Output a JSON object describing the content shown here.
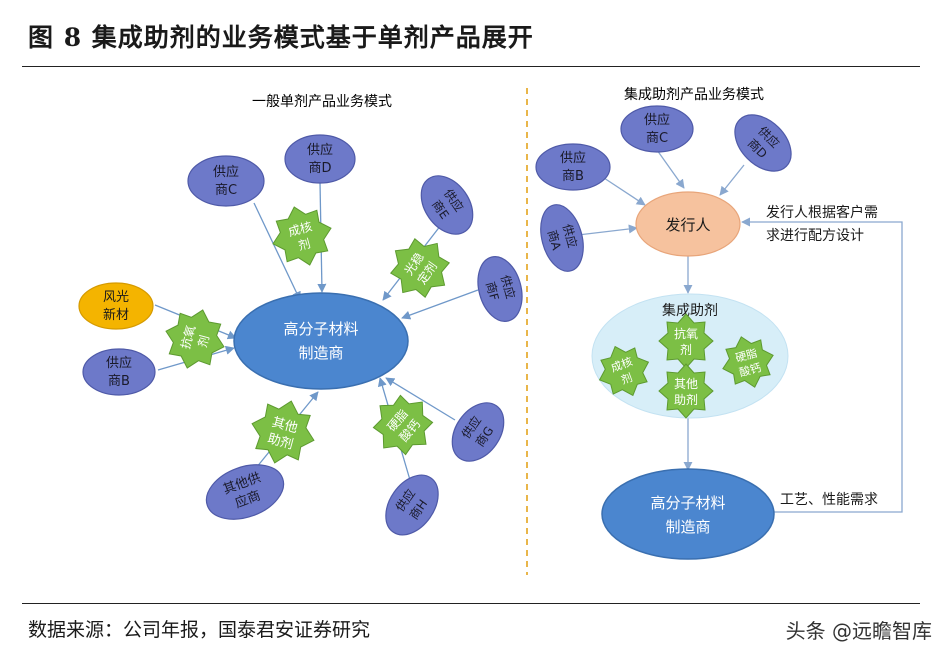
{
  "figure": {
    "title": "图 8 集成助剂的业务模式基于单剂产品展开",
    "source": "数据来源：公司年报，国泰君安证券研究",
    "watermark": "头条 @远瞻智库"
  },
  "colors": {
    "supplier_fill": "#6d79c9",
    "center_fill": "#4b86cf",
    "star_fill": "#7cbf45",
    "yellow_fill": "#f4b400",
    "issuer_fill": "#f6c29e",
    "cluster_fill": "#d7eef8",
    "arrow": "#6f98c9",
    "divider": "#e9b64a"
  },
  "left": {
    "heading": "一般单剂产品业务模式",
    "center": [
      "高分子材料",
      "制造商"
    ],
    "fengguang": [
      "风光",
      "新材"
    ],
    "suppliers": {
      "c": [
        "供应",
        "商C"
      ],
      "d": [
        "供应",
        "商D"
      ],
      "e": [
        "供应",
        "商E"
      ],
      "f": [
        "供应",
        "商F"
      ],
      "b": [
        "供应",
        "商B"
      ],
      "g": [
        "供应",
        "商G"
      ],
      "h": [
        "供应",
        "商H"
      ],
      "other": [
        "其他供",
        "应商"
      ]
    },
    "stars": {
      "nucleating": [
        "成核",
        "剂"
      ],
      "light": [
        "光稳",
        "定剂"
      ],
      "antioxidant": [
        "抗氧",
        "剂"
      ],
      "other": [
        "其他",
        "助剂"
      ],
      "stearate": [
        "硬脂",
        "酸钙"
      ]
    }
  },
  "right": {
    "heading": "集成助剂产品业务模式",
    "issuer": "发行人",
    "cluster_label": "集成助剂",
    "manufacturer": [
      "高分子材料",
      "制造商"
    ],
    "note_formula": [
      "发行人根据客户需",
      "求进行配方设计"
    ],
    "note_process": "工艺、性能需求",
    "suppliers": {
      "a": [
        "供应",
        "商A"
      ],
      "b": [
        "供应",
        "商B"
      ],
      "c": [
        "供应",
        "商C"
      ],
      "d": [
        "供应",
        "商D"
      ]
    },
    "stars": {
      "antioxidant": [
        "抗氧",
        "剂"
      ],
      "nucleating": [
        "成核",
        "剂"
      ],
      "stearate": [
        "硬脂",
        "酸钙"
      ],
      "other": [
        "其他",
        "助剂"
      ]
    }
  }
}
